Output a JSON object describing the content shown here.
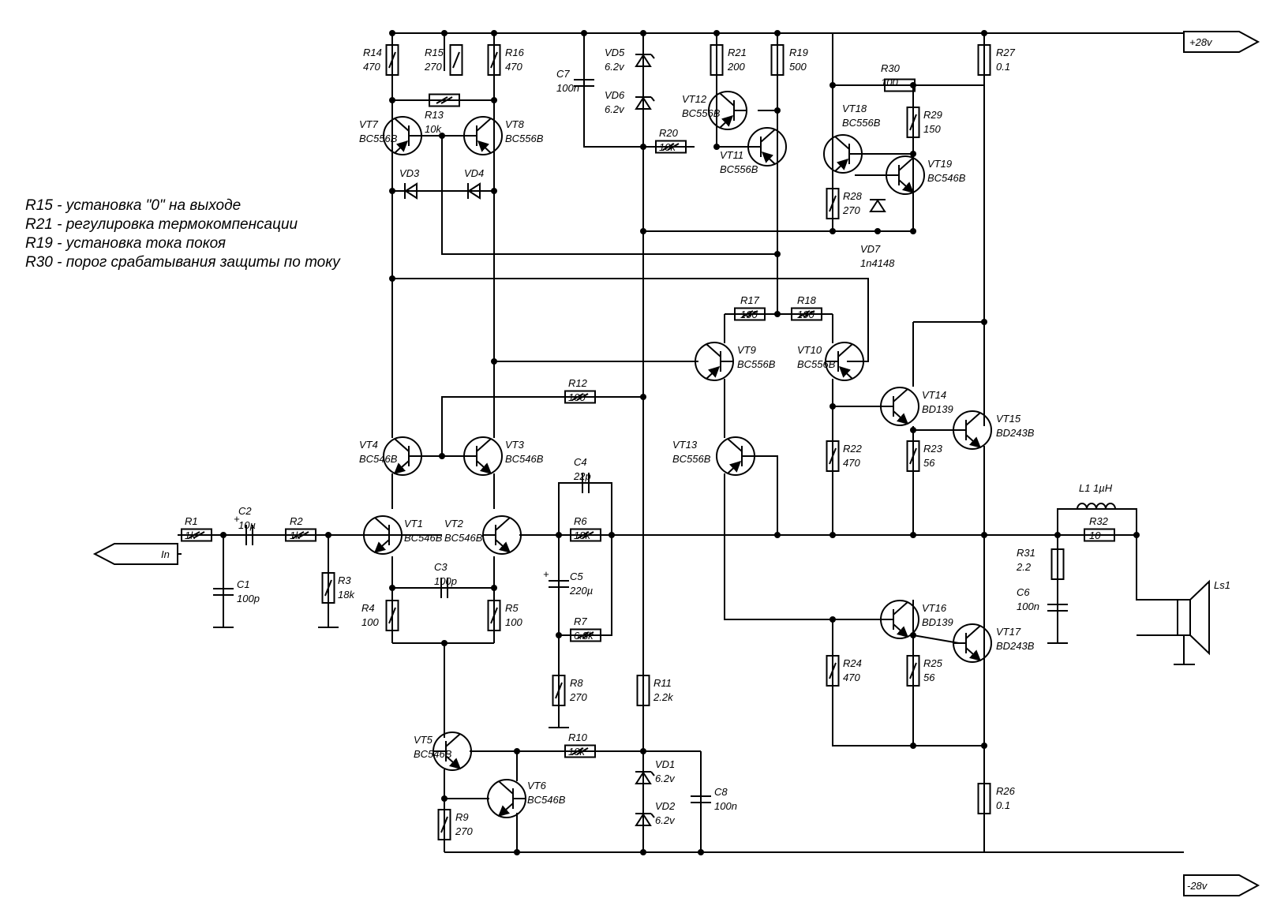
{
  "notes": [
    "R15 - установка \"0\" на выходе",
    "R21 - регулировка термокомпенсации",
    "R19 - установка тока покоя",
    "R30 - порог срабатывания защиты по току"
  ],
  "rails": {
    "positive": "+28v",
    "negative": "-28v",
    "input": "In",
    "speaker": "Ls1"
  },
  "resistors": [
    {
      "ref": "R1",
      "value": "1k"
    },
    {
      "ref": "R2",
      "value": "1k"
    },
    {
      "ref": "R3",
      "value": "18k"
    },
    {
      "ref": "R4",
      "value": "100"
    },
    {
      "ref": "R5",
      "value": "100"
    },
    {
      "ref": "R6",
      "value": "18k"
    },
    {
      "ref": "R7",
      "value": "6.8k"
    },
    {
      "ref": "R8",
      "value": "270"
    },
    {
      "ref": "R9",
      "value": "270"
    },
    {
      "ref": "R10",
      "value": "10k"
    },
    {
      "ref": "R11",
      "value": "2.2k"
    },
    {
      "ref": "R12",
      "value": "100"
    },
    {
      "ref": "R13",
      "value": "10k"
    },
    {
      "ref": "R14",
      "value": "470"
    },
    {
      "ref": "R15",
      "value": "270"
    },
    {
      "ref": "R16",
      "value": "470"
    },
    {
      "ref": "R17",
      "value": "100"
    },
    {
      "ref": "R18",
      "value": "100"
    },
    {
      "ref": "R19",
      "value": "500"
    },
    {
      "ref": "R20",
      "value": "10k"
    },
    {
      "ref": "R21",
      "value": "200"
    },
    {
      "ref": "R22",
      "value": "470"
    },
    {
      "ref": "R23",
      "value": "56"
    },
    {
      "ref": "R24",
      "value": "470"
    },
    {
      "ref": "R25",
      "value": "56"
    },
    {
      "ref": "R26",
      "value": "0.1"
    },
    {
      "ref": "R27",
      "value": "0.1"
    },
    {
      "ref": "R28",
      "value": "270"
    },
    {
      "ref": "R29",
      "value": "150"
    },
    {
      "ref": "R30",
      "value": "100"
    },
    {
      "ref": "R31",
      "value": "2.2"
    },
    {
      "ref": "R32",
      "value": "10"
    }
  ],
  "capacitors": [
    {
      "ref": "C1",
      "value": "100p"
    },
    {
      "ref": "C2",
      "value": "10µ"
    },
    {
      "ref": "C3",
      "value": "100p"
    },
    {
      "ref": "C4",
      "value": "22p"
    },
    {
      "ref": "C5",
      "value": "220µ"
    },
    {
      "ref": "C6",
      "value": "100n"
    },
    {
      "ref": "C7",
      "value": "100n"
    },
    {
      "ref": "C8",
      "value": "100n"
    }
  ],
  "transistors": [
    {
      "ref": "VT1",
      "type": "BC546B"
    },
    {
      "ref": "VT2",
      "type": "BC546B"
    },
    {
      "ref": "VT3",
      "type": "BC546B"
    },
    {
      "ref": "VT4",
      "type": "BC546B"
    },
    {
      "ref": "VT5",
      "type": "BC546B"
    },
    {
      "ref": "VT6",
      "type": "BC546B"
    },
    {
      "ref": "VT7",
      "type": "BC556B"
    },
    {
      "ref": "VT8",
      "type": "BC556B"
    },
    {
      "ref": "VT9",
      "type": "BC556B"
    },
    {
      "ref": "VT10",
      "type": "BC556B"
    },
    {
      "ref": "VT11",
      "type": "BC556B"
    },
    {
      "ref": "VT12",
      "type": "BC556B"
    },
    {
      "ref": "VT13",
      "type": "BC556B"
    },
    {
      "ref": "VT14",
      "type": "BD139"
    },
    {
      "ref": "VT15",
      "type": "BD243B"
    },
    {
      "ref": "VT16",
      "type": "BD139"
    },
    {
      "ref": "VT17",
      "type": "BD243B"
    },
    {
      "ref": "VT18",
      "type": "BC556B"
    },
    {
      "ref": "VT19",
      "type": "BC546B"
    }
  ],
  "diodes": [
    {
      "ref": "VD1",
      "value": "6.2v"
    },
    {
      "ref": "VD2",
      "value": "6.2v"
    },
    {
      "ref": "VD3",
      "value": ""
    },
    {
      "ref": "VD4",
      "value": ""
    },
    {
      "ref": "VD5",
      "value": "6.2v"
    },
    {
      "ref": "VD6",
      "value": "6.2v"
    },
    {
      "ref": "VD7",
      "value": "1n4148"
    }
  ],
  "inductor": {
    "ref": "L1",
    "value": "1µH"
  }
}
